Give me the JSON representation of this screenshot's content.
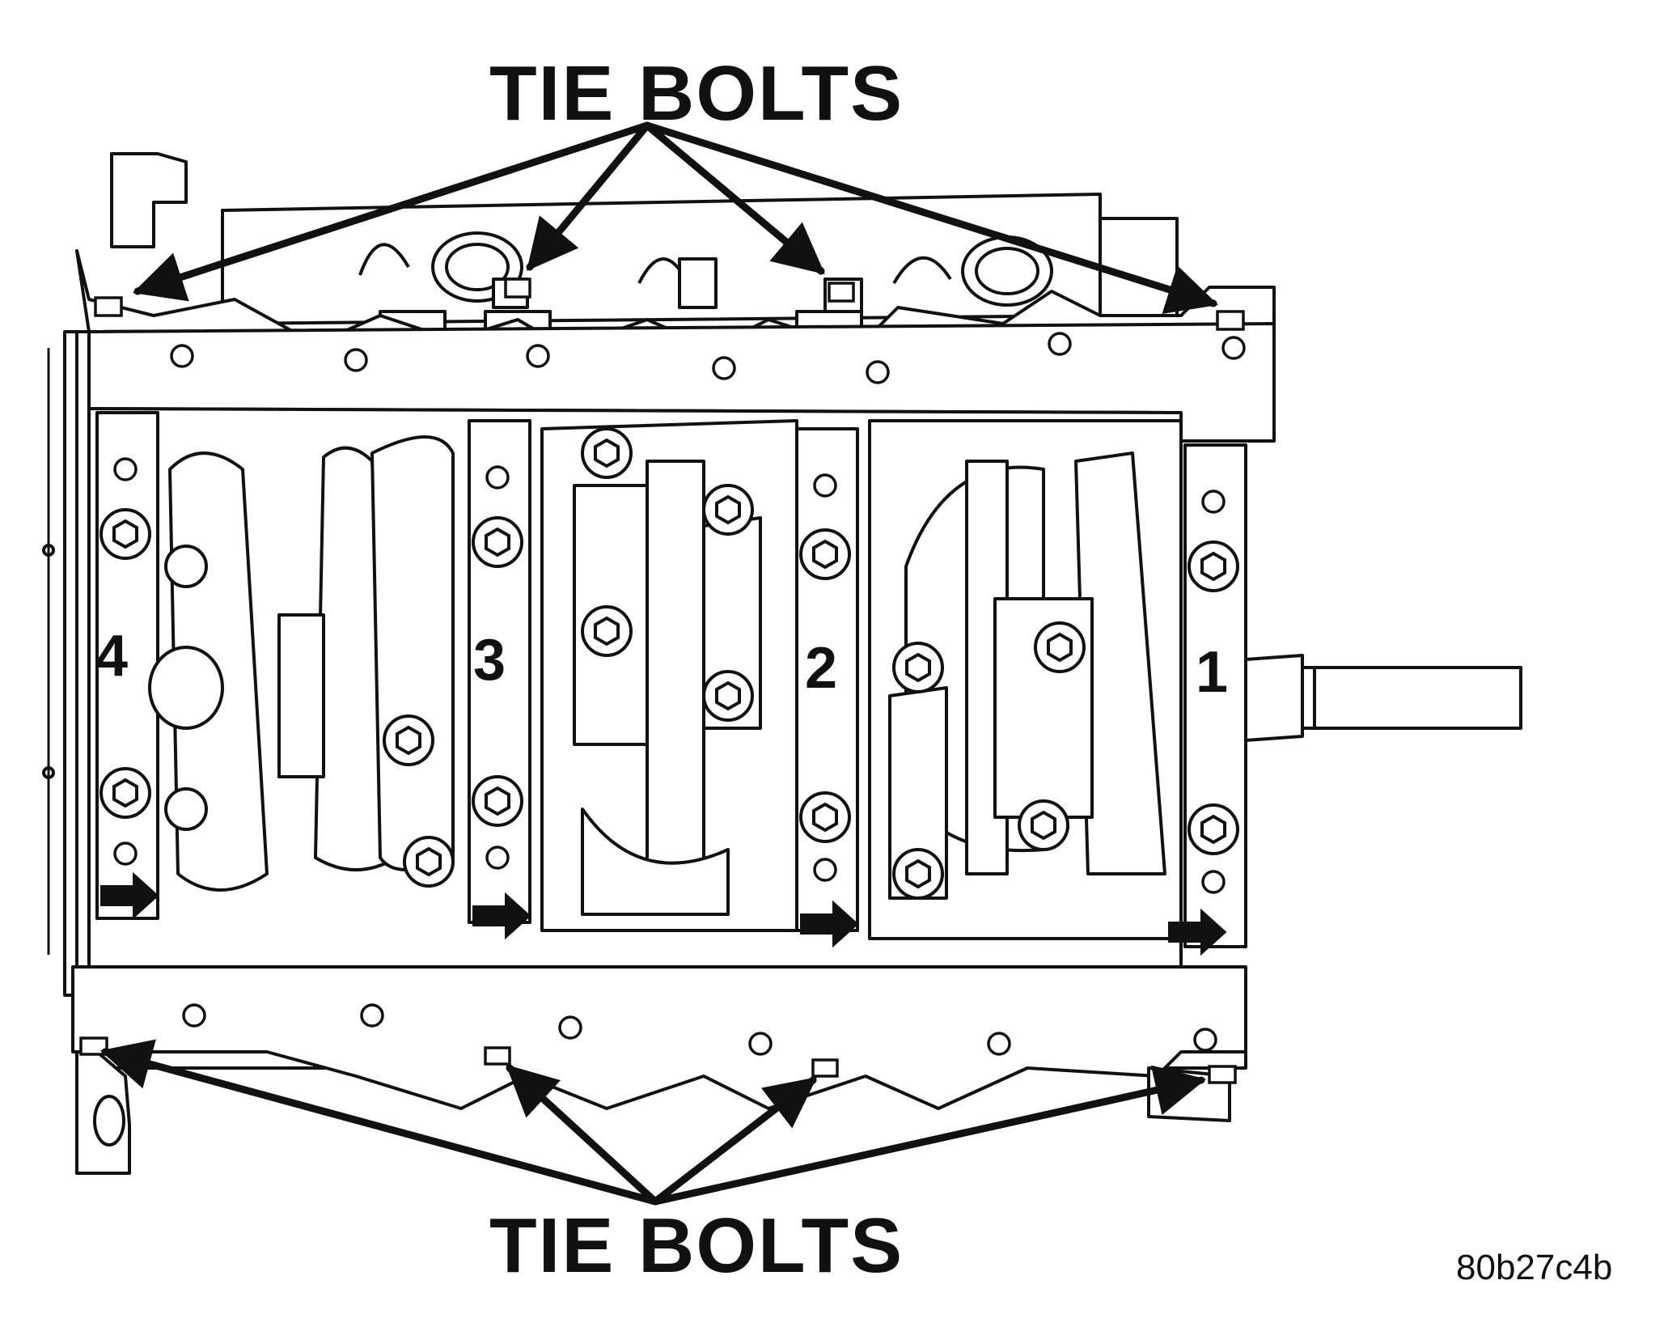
{
  "labels": {
    "top_callout": "TIE BOLTS",
    "bottom_callout": "TIE BOLTS",
    "bearing_numbers": [
      "4",
      "3",
      "2",
      "1"
    ],
    "figure_id": "80b27c4b"
  },
  "colors": {
    "line": "#111111",
    "background": "#ffffff"
  }
}
